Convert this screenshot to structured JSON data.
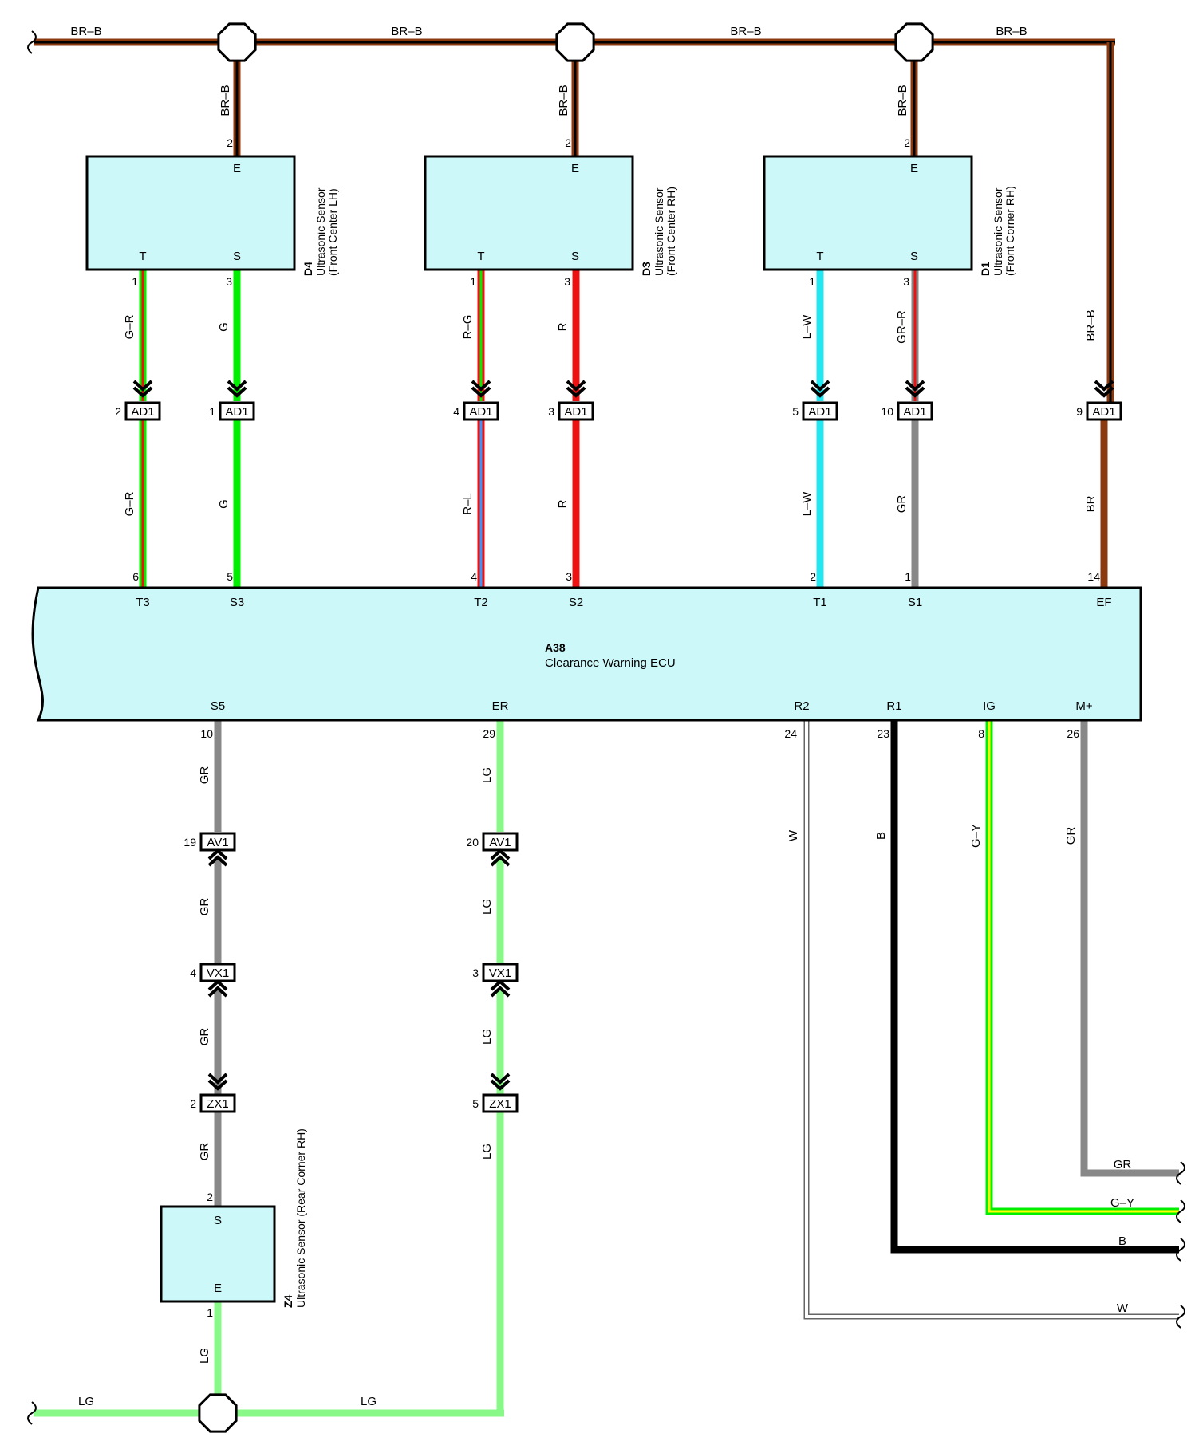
{
  "colors": {
    "BR": "#8b3a0f",
    "B": "#000000",
    "G": "#00ee00",
    "LG": "#88f888",
    "R": "#ee1111",
    "L": "#3399ff",
    "W": "#ffffff",
    "Y": "#ffff00",
    "GR": "#888888",
    "LW": "#22e6f0",
    "component_fill": "#cdf8fa"
  },
  "bus_top_wire": "BR–B",
  "bus_bottom_wire": "LG",
  "ecu": {
    "code": "A38",
    "name": "Clearance Warning ECU",
    "top_terminals": [
      "T3",
      "S3",
      "T2",
      "S2",
      "T1",
      "S1",
      "EF"
    ],
    "top_pins": [
      "6",
      "5",
      "4",
      "3",
      "2",
      "1",
      "14"
    ],
    "bottom_terminals": [
      "S5",
      "ER",
      "R2",
      "R1",
      "IG",
      "M+"
    ],
    "bottom_pins": [
      "10",
      "29",
      "24",
      "23",
      "8",
      "26"
    ]
  },
  "sensors": [
    {
      "code": "D4",
      "name": "Ultrasonic Sensor",
      "sub": "(Front Center LH)",
      "pin_e": "2",
      "pin_t": "1",
      "pin_s": "3"
    },
    {
      "code": "D3",
      "name": "Ultrasonic Sensor",
      "sub": "(Front Center RH)",
      "pin_e": "2",
      "pin_t": "1",
      "pin_s": "3"
    },
    {
      "code": "D1",
      "name": "Ultrasonic Sensor",
      "sub": "(Front Corner RH)",
      "pin_e": "2",
      "pin_t": "1",
      "pin_s": "3"
    }
  ],
  "sensor_terminals": {
    "e": "E",
    "t": "T",
    "s": "S"
  },
  "rear_sensor": {
    "code": "Z4",
    "name": "Ultrasonic Sensor (Rear Corner RH)",
    "term_s": "S",
    "term_e": "E",
    "pin_s": "2",
    "pin_e": "1"
  },
  "top_wires": [
    {
      "upper": "G–R",
      "lower": "G–R",
      "conn_pin": "2",
      "conn": "AD1"
    },
    {
      "upper": "G",
      "lower": "G",
      "conn_pin": "1",
      "conn": "AD1"
    },
    {
      "upper": "R–G",
      "lower": "R–L",
      "conn_pin": "4",
      "conn": "AD1"
    },
    {
      "upper": "R",
      "lower": "R",
      "conn_pin": "3",
      "conn": "AD1"
    },
    {
      "upper": "L–W",
      "lower": "L–W",
      "conn_pin": "5",
      "conn": "AD1"
    },
    {
      "upper": "GR–R",
      "lower": "GR",
      "conn_pin": "10",
      "conn": "AD1"
    },
    {
      "upper": "BR–B",
      "lower": "BR",
      "conn_pin": "9",
      "conn": "AD1"
    }
  ],
  "drop_wire": "BR–B",
  "s5_chain": {
    "wires": [
      "GR",
      "GR",
      "GR",
      "GR"
    ],
    "connectors": [
      {
        "pin": "19",
        "name": "AV1"
      },
      {
        "pin": "4",
        "name": "VX1"
      },
      {
        "pin": "2",
        "name": "ZX1"
      }
    ]
  },
  "er_chain": {
    "wires": [
      "LG",
      "LG",
      "LG",
      "LG"
    ],
    "connectors": [
      {
        "pin": "20",
        "name": "AV1"
      },
      {
        "pin": "3",
        "name": "VX1"
      },
      {
        "pin": "5",
        "name": "ZX1"
      }
    ]
  },
  "rear_lg_wire": "LG",
  "right_wires": [
    {
      "vlabel": "W",
      "hlabel": "W"
    },
    {
      "vlabel": "B",
      "hlabel": "B"
    },
    {
      "vlabel": "G–Y",
      "hlabel": "G–Y"
    },
    {
      "vlabel": "GR",
      "hlabel": "GR"
    }
  ]
}
